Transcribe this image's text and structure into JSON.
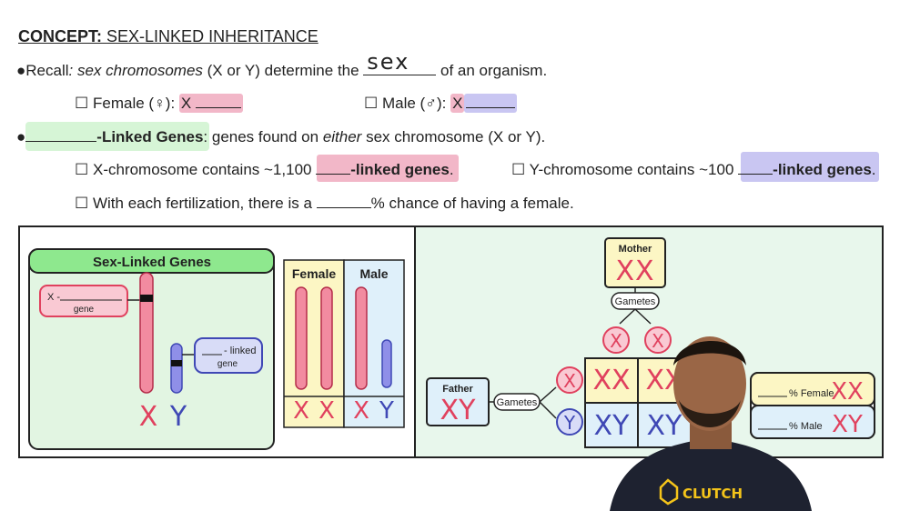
{
  "header": {
    "concept_label": "CONCEPT:",
    "concept_title": "SEX-LINKED INHERITANCE"
  },
  "recall": {
    "bullet": "●",
    "prefix": "Recall",
    "italic": ": sex chromosomes",
    "middle": " (X or Y) determine the ",
    "handwritten": "sex",
    "suffix": " of an organism."
  },
  "female_line": {
    "box": "☐",
    "label": "Female (♀): ",
    "x": "X"
  },
  "male_line": {
    "box": "☐",
    "label": "Male (♂): ",
    "x": "X"
  },
  "linked_genes": {
    "bullet": "●",
    "bold": "-Linked Genes",
    "middle": ": genes found on ",
    "italic": "either",
    "suffix": " sex chromosome (X or Y)."
  },
  "x_contains": {
    "box": "☐",
    "text": "X-chromosome contains ~1,100 ",
    "bold": "-linked genes",
    "dot": "."
  },
  "y_contains": {
    "box": "☐",
    "text": "Y-chromosome contains ~100 ",
    "bold": "-linked genes",
    "dot": "."
  },
  "fertilization": {
    "box": "☐",
    "text": "With each fertilization, there is a ",
    "suffix": "% chance of having a female."
  },
  "left_diagram": {
    "title": "Sex-Linked Genes",
    "x_label_prefix": "X -",
    "x_label_sub": "gene",
    "y_label_suffix": "- linked",
    "y_label_sub": "gene",
    "chrom_x": "X",
    "chrom_y": "Y",
    "female_header": "Female",
    "male_header": "Male",
    "female_chroms": [
      "X",
      "X"
    ],
    "male_chroms": [
      "X",
      "Y"
    ]
  },
  "right_diagram": {
    "mother_label": "Mother",
    "mother_chroms": "XX",
    "gametes_top": "Gametes",
    "mother_gametes": [
      "X",
      "X"
    ],
    "father_label": "Father",
    "father_chroms": "XY",
    "gametes_left": "Gametes",
    "father_gametes": [
      "X",
      "Y"
    ],
    "punnett": [
      [
        "XX",
        "XX"
      ],
      [
        "XY",
        "XY"
      ]
    ],
    "result_female": "% Female",
    "result_female_chroms": "XX",
    "result_male": "% Male",
    "result_male_chroms": "XY"
  },
  "logo": {
    "text": "CLUTCH"
  },
  "colors": {
    "pink": "#e0415e",
    "blue": "#3f48b5",
    "green": "#8ee88e",
    "yellow": "#fcf6c4"
  }
}
